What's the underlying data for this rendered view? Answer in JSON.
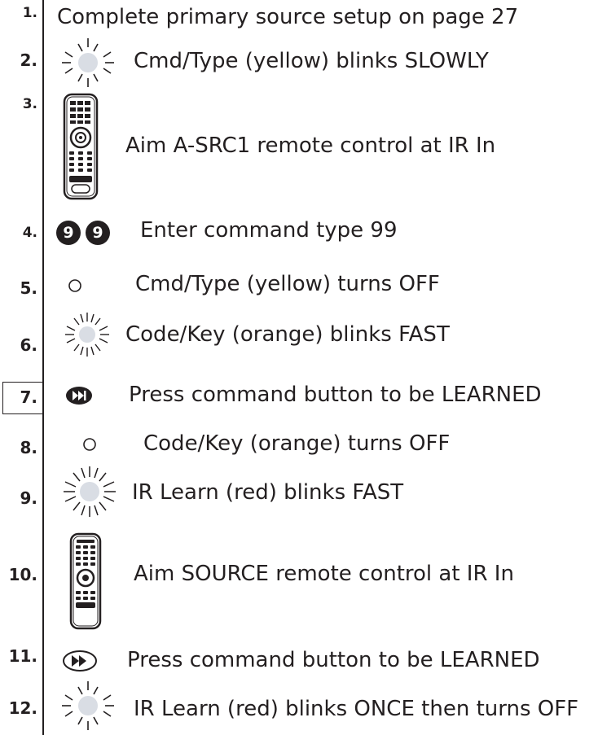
{
  "steps": [
    {
      "num": "1.",
      "text": "Complete primary source setup on page 27",
      "icon": "none"
    },
    {
      "num": "2.",
      "text": "Cmd/Type (yellow) blinks SLOWLY",
      "icon": "led-blinking-slow-icon"
    },
    {
      "num": "3.",
      "text": "Aim A-SRC1 remote control at IR In",
      "icon": "remote-control-icon"
    },
    {
      "num": "4.",
      "text": "Enter command type 99",
      "icon": "digit-nine-buttons-icon",
      "buttons": [
        "9",
        "9"
      ]
    },
    {
      "num": "5.",
      "text": "Cmd/Type (yellow) turns OFF",
      "icon": "led-off-icon"
    },
    {
      "num": "6.",
      "text": "Code/Key (orange) blinks FAST",
      "icon": "led-blinking-fast-icon"
    },
    {
      "num": "7.",
      "text": "Press command button to be LEARNED",
      "icon": "skip-forward-button-icon",
      "boxed": true
    },
    {
      "num": "8.",
      "text": "Code/Key (orange) turns OFF",
      "icon": "led-off-icon"
    },
    {
      "num": "9.",
      "text": "IR Learn (red) blinks FAST",
      "icon": "led-blinking-fast-icon"
    },
    {
      "num": "10.",
      "text": "Aim SOURCE remote control at IR In",
      "icon": "remote-control-icon"
    },
    {
      "num": "11.",
      "text": "Press command button to be LEARNED",
      "icon": "fast-forward-button-icon"
    },
    {
      "num": "12.",
      "text": "IR Learn (red) blinks ONCE then turns OFF",
      "icon": "led-blinking-slow-icon"
    }
  ],
  "colors": {
    "ink": "#231f20",
    "led": "#d9dde4"
  }
}
